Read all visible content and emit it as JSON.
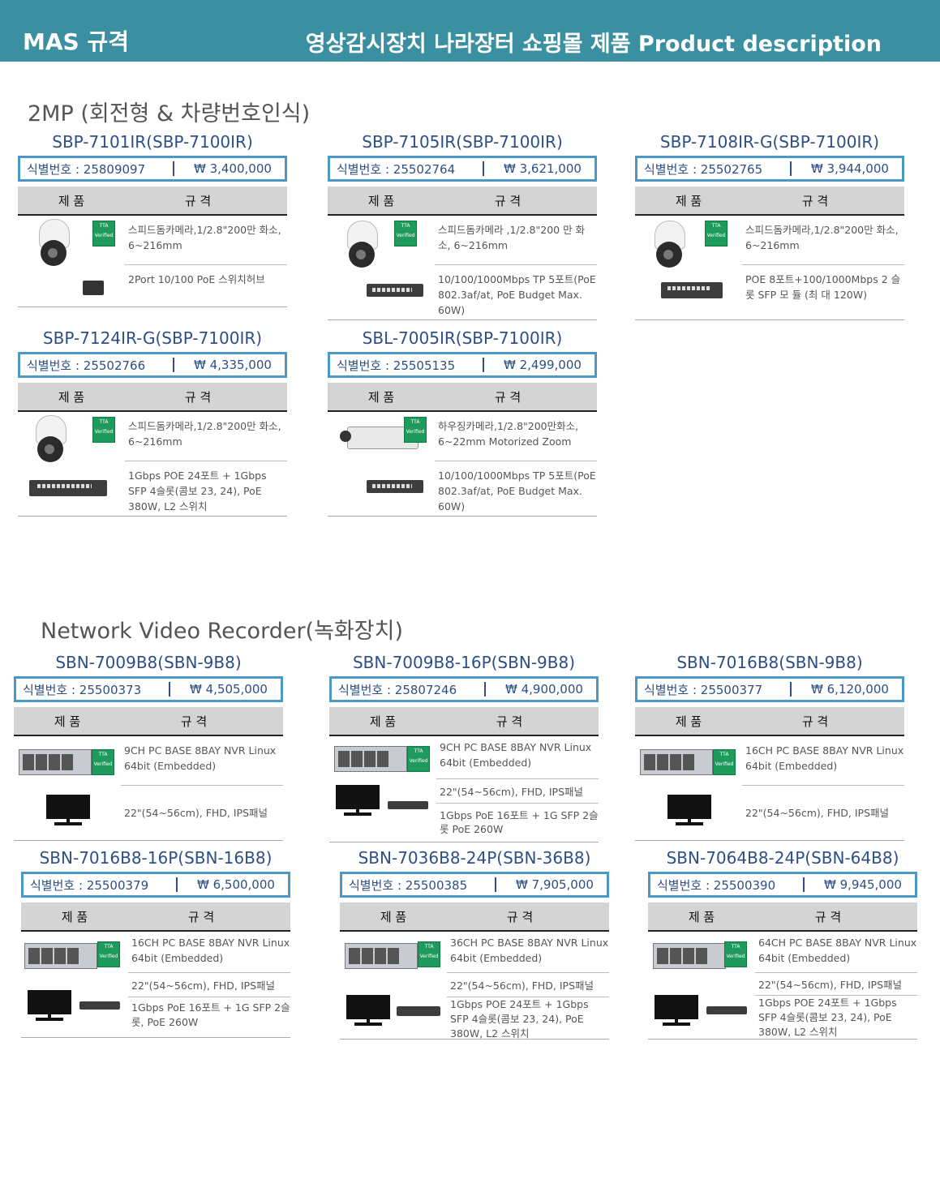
{
  "header": {
    "left": "MAS 규격",
    "right": "영상감시장치 나라장터 쇼핑몰 제품 Product description"
  },
  "sections": [
    {
      "title": "2MP (회전형 & 차량번호인식)"
    },
    {
      "title": "Network Video Recorder(녹화장치)"
    }
  ],
  "table_headers": {
    "product": "제 품",
    "spec": "규 격"
  },
  "cards": [
    {
      "model": "SBP-7101IR(SBP-7100IR)",
      "id": "식별번호 : 25809097",
      "price": "₩ 3,400,000",
      "specs": [
        "스피드돔카메라,1/2.8\"200만 화소, 6~216mm",
        "2Port 10/100 PoE 스위치허브"
      ]
    },
    {
      "model": "SBP-7105IR(SBP-7100IR)",
      "id": "식별번호 : 25502764",
      "price": "₩ 3,621,000",
      "specs": [
        "스피드돔카메라 ,1/2.8\"200 만 화소, 6~216mm",
        "10/100/1000Mbps TP 5포트(PoE 802.3af/at, PoE Budget Max. 60W)"
      ]
    },
    {
      "model": "SBP-7108IR-G(SBP-7100IR)",
      "id": "식별번호 : 25502765",
      "price": "₩ 3,944,000",
      "specs": [
        "스피드돔카메라,1/2.8\"200만 화소, 6~216mm",
        "POE 8포트+100/1000Mbps 2 슬롯 SFP 모 듈 (최 대 120W)"
      ]
    },
    {
      "model": "SBP-7124IR-G(SBP-7100IR)",
      "id": "식별번호 :  25502766",
      "price": "₩ 4,335,000",
      "specs": [
        "스피드돔카메라,1/2.8\"200만 화소, 6~216mm",
        "1Gbps POE 24포트 + 1Gbps SFP 4슬롯(콤보 23, 24), PoE 380W, L2 스위치"
      ]
    },
    {
      "model": "SBL-7005IR(SBP-7100IR)",
      "id": "식별번호 :  25505135",
      "price": "₩ 2,499,000",
      "specs": [
        "하우징카메라,1/2.8\"200만화소, 6~22mm Motorized Zoom",
        "10/100/1000Mbps TP 5포트(PoE 802.3af/at, PoE Budget Max. 60W)"
      ]
    },
    {
      "model": "SBN-7009B8(SBN-9B8)",
      "id": "식별번호 : 25500373",
      "price": "₩ 4,505,000",
      "specs": [
        "9CH PC BASE 8BAY NVR Linux 64bit (Embedded)",
        "22\"(54~56cm), FHD, IPS패널"
      ]
    },
    {
      "model": "SBN-7009B8-16P(SBN-9B8)",
      "id": "식별번호 : 25807246",
      "price": "₩ 4,900,000",
      "specs": [
        "9CH PC BASE 8BAY NVR Linux 64bit (Embedded)",
        "22\"(54~56cm), FHD, IPS패널",
        "1Gbps PoE 16포트 + 1G SFP 2슬롯  PoE 260W"
      ]
    },
    {
      "model": "SBN-7016B8(SBN-9B8)",
      "id": "식별번호 : 25500377",
      "price": "₩ 6,120,000",
      "specs": [
        "16CH PC BASE 8BAY NVR Linux 64bit (Embedded)",
        "22\"(54~56cm), FHD, IPS패널"
      ]
    },
    {
      "model": "SBN-7016B8-16P(SBN-16B8)",
      "id": "식별번호 : 25500379",
      "price": "₩ 6,500,000",
      "specs": [
        "16CH PC BASE 8BAY NVR Linux 64bit (Embedded)",
        "22\"(54~56cm), FHD, IPS패널",
        "1Gbps PoE 16포트 + 1G SFP 2슬롯, PoE 260W"
      ]
    },
    {
      "model": "SBN-7036B8-24P(SBN-36B8)",
      "id": "식별번호 : 25500385",
      "price": "₩ 7,905,000",
      "specs": [
        "36CH PC BASE 8BAY NVR Linux 64bit (Embedded)",
        "22\"(54~56cm), FHD, IPS패널",
        "1Gbps POE 24포트 + 1Gbps SFP 4슬롯(콤보 23, 24), PoE 380W, L2 스위치"
      ]
    },
    {
      "model": "SBN-7064B8-24P(SBN-64B8)",
      "id": "식별번호 :  25500390",
      "price": "₩ 9,945,000",
      "specs": [
        "64CH PC BASE 8BAY NVR Linux 64bit (Embedded)",
        "22\"(54~56cm), FHD, IPS패널",
        "1Gbps POE 24포트 + 1Gbps SFP 4슬롯(콤보 23, 24), PoE 380W, L2 스위치"
      ]
    }
  ],
  "icons": {
    "certification": "tta-verified-icon",
    "tta_text": "TTA",
    "tta_sub": "Verified"
  },
  "colors": {
    "banner": "#3a8fa0",
    "model_text": "#2d4f86",
    "id_border": "#4a97c8",
    "header_row": "#d4d4d4",
    "tta_badge": "#1e9a5c"
  }
}
